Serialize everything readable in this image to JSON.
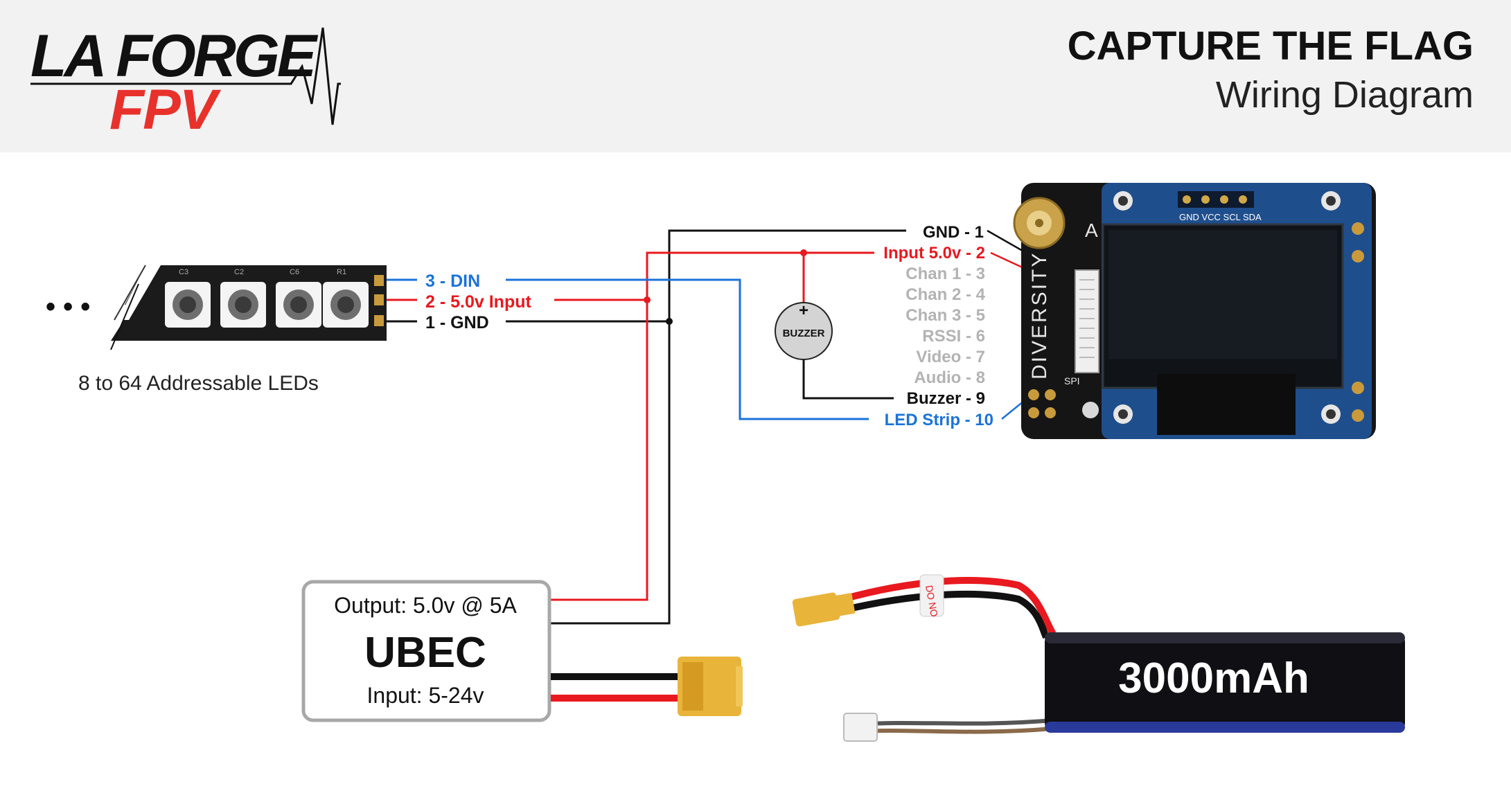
{
  "header": {
    "logo_line1": "LA FORGE",
    "logo_line2": "FPV",
    "title": "CAPTURE THE FLAG",
    "subtitle": "Wiring Diagram"
  },
  "led_strip": {
    "ellipsis": "• • •",
    "caption": "8 to 64 Addressable LEDs",
    "chip_labels": [
      "C3",
      "C2",
      "C6",
      "R1"
    ],
    "pins": [
      {
        "label": "3 - DIN",
        "color": "#1a73d9"
      },
      {
        "label": "2 - 5.0v Input",
        "color": "#e8191f"
      },
      {
        "label": "1 - GND",
        "color": "#111111"
      }
    ]
  },
  "buzzer": {
    "symbol": "+",
    "label": "BUZZER"
  },
  "receiver": {
    "pins": [
      {
        "label": "GND - 1",
        "color": "#111111"
      },
      {
        "label": "Input 5.0v - 2",
        "color": "#e8191f"
      },
      {
        "label": "Chan 1 - 3",
        "color": "#b3b3b3"
      },
      {
        "label": "Chan 2 - 4",
        "color": "#b3b3b3"
      },
      {
        "label": "Chan 3 - 5",
        "color": "#b3b3b3"
      },
      {
        "label": "RSSI - 6",
        "color": "#b3b3b3"
      },
      {
        "label": "Video - 7",
        "color": "#b3b3b3"
      },
      {
        "label": "Audio - 8",
        "color": "#b3b3b3"
      },
      {
        "label": "Buzzer - 9",
        "color": "#111111"
      },
      {
        "label": "LED Strip - 10",
        "color": "#1a73d9"
      }
    ],
    "board_text": "DIVERSITY",
    "antenna_label": "A",
    "header_pins": "GND VCC SCL SDA",
    "spi_label": "SPI"
  },
  "ubec": {
    "output": "Output: 5.0v @ 5A",
    "name": "UBEC",
    "input": "Input: 5-24v"
  },
  "battery": {
    "capacity": "3000mAh",
    "tag": "DO NO"
  },
  "colors": {
    "header_bg": "#f2f2f2",
    "brand_red": "#e8312b",
    "wire_blue": "#1a73d9",
    "wire_red": "#e8191f",
    "wire_black": "#111111",
    "pcb_blue": "#1f4e8c"
  }
}
